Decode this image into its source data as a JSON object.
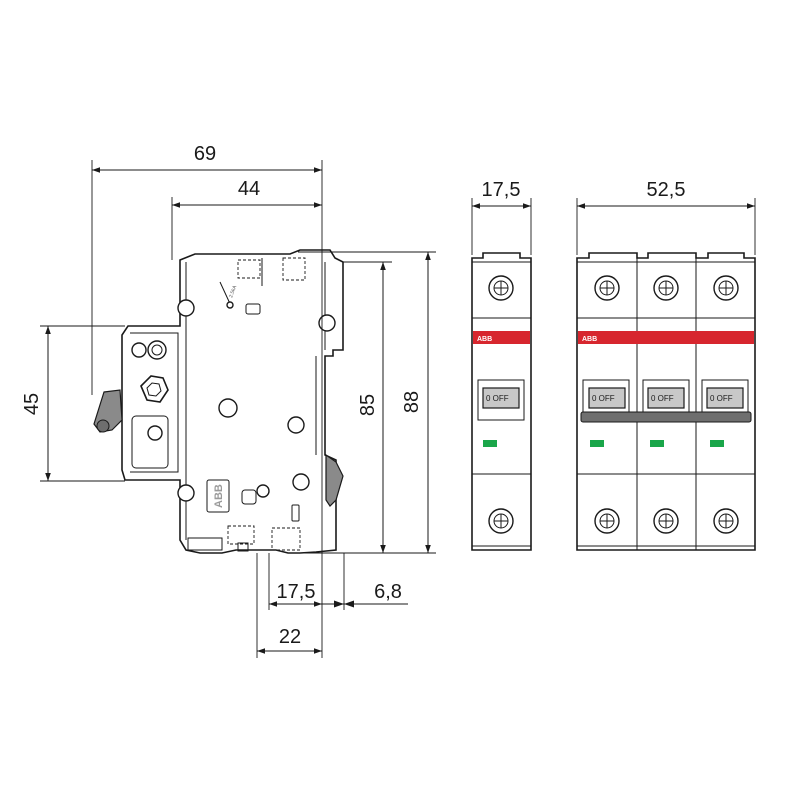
{
  "brand": "ABB",
  "switch_label": "0 OFF",
  "side_marking": "2.5kA",
  "colors": {
    "line": "#1a1a1a",
    "red_band": "#d7262e",
    "green_indicator": "#1aa64a",
    "handle_gray": "#8a8a8a",
    "body_fill": "#ffffff"
  },
  "dimensions": {
    "overall_depth": "69",
    "front_depth": "44",
    "mount_height": "45",
    "inner_height": "85",
    "outer_height": "88",
    "base_width": "17,5",
    "rail_offset": "6,8",
    "rail_depth": "22",
    "single_pole_width": "17,5",
    "triple_pole_width": "52,5"
  }
}
